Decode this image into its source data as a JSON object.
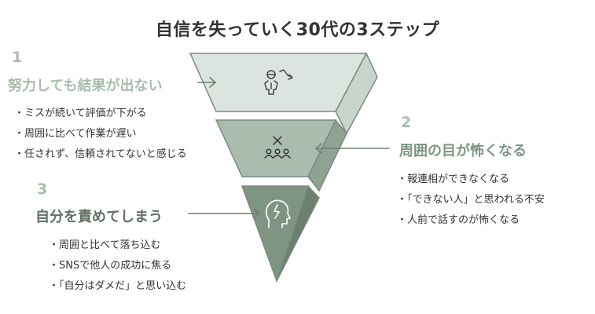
{
  "title": "自信を失っていく30代の3ステップ",
  "colors": {
    "stage1_front": "#dbe4de",
    "stage1_side": "#c9d4cc",
    "stage2_front": "#a9bcae",
    "stage2_side": "#8fa394",
    "stage3_front": "#7f9584",
    "stage3_side": "#6b806f",
    "edge": "#7b8a7f",
    "arrow": "#6f7f73"
  },
  "stages": [
    {
      "number": "1",
      "heading": "努力しても結果が出ない",
      "icon": "person-declining-chart-icon",
      "bullets": [
        "ミスが続いて評価が下がる",
        "周囲に比べて作業が遅い",
        "任されず、信頼されてないと感じる"
      ]
    },
    {
      "number": "2",
      "heading": "周囲の目が怖くなる",
      "icon": "group-with-x-icon",
      "bullets": [
        "報連相ができなくなる",
        "「できない人」と思われる不安",
        "人前で話すのが怖くなる"
      ]
    },
    {
      "number": "3",
      "heading": "自分を責めてしまう",
      "icon": "head-with-lightning-icon",
      "bullets": [
        "周囲と比べて落ち込む",
        "SNSで他人の成功に焦る",
        "「自分はダメだ」と思い込む"
      ]
    }
  ]
}
